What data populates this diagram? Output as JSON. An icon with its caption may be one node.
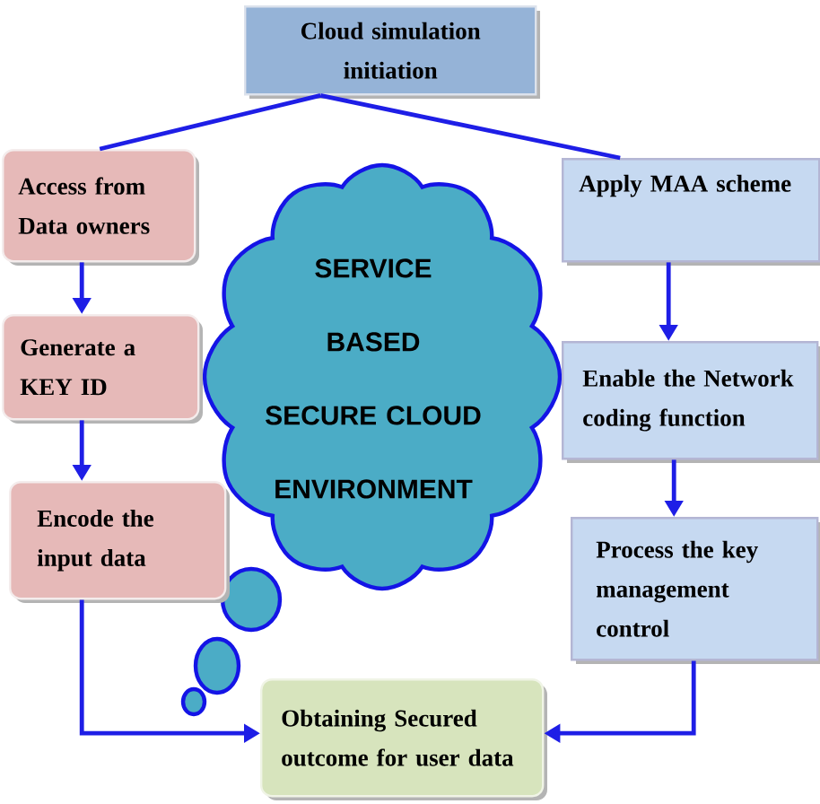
{
  "diagram": {
    "nodes": [
      {
        "text": [
          "Cloud simulation initiation"
        ]
      },
      {
        "text": [
          "Access from Data owners"
        ]
      },
      {
        "text": [
          "Generate a KEY ID"
        ]
      },
      {
        "text": [
          "Encode the input data"
        ]
      },
      {
        "text": [
          "SERVICE BASED SECURE CLOUD ENVIRONMENT"
        ]
      },
      {
        "text": [
          "Apply MAA scheme"
        ]
      },
      {
        "text": [
          "Enable the Network coding function"
        ]
      },
      {
        "text": [
          "Process the key management control"
        ]
      },
      {
        "text": [
          "Obtaining Secured outcome for user data"
        ]
      }
    ],
    "edges": [
      {
        "from": 0,
        "to": 1,
        "arrow": "none"
      },
      {
        "from": 0,
        "to": 5,
        "arrow": "none"
      },
      {
        "from": 1,
        "to": 2,
        "arrow": "to"
      },
      {
        "from": 2,
        "to": 3,
        "arrow": "to"
      },
      {
        "from": 3,
        "to": 8,
        "arrow": "to"
      },
      {
        "from": 5,
        "to": 6,
        "arrow": "to"
      },
      {
        "from": 6,
        "to": 7,
        "arrow": "to"
      },
      {
        "from": 7,
        "to": 8,
        "arrow": "to"
      }
    ]
  }
}
